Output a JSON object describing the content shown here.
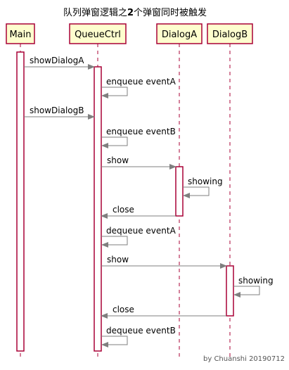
{
  "title": {
    "before": "队列弹窗逻辑之",
    "bold": "2",
    "after": "个弹窗同时被触发"
  },
  "participants": [
    {
      "id": "main",
      "name": "Main"
    },
    {
      "id": "queue",
      "name": "QueueCtrl"
    },
    {
      "id": "dialogA",
      "name": "DialogA"
    },
    {
      "id": "dialogB",
      "name": "DialogB"
    }
  ],
  "messages": [
    {
      "from": "main",
      "to": "queue",
      "label": "showDialogA"
    },
    {
      "from": "queue",
      "to": "queue",
      "label": "enqueue eventA"
    },
    {
      "from": "main",
      "to": "queue",
      "label": "showDialogB"
    },
    {
      "from": "queue",
      "to": "queue",
      "label": "enqueue eventB"
    },
    {
      "from": "queue",
      "to": "dialogA",
      "label": "show"
    },
    {
      "from": "dialogA",
      "to": "dialogA",
      "label": "showing"
    },
    {
      "from": "dialogA",
      "to": "queue",
      "label": "close"
    },
    {
      "from": "queue",
      "to": "queue",
      "label": "dequeue eventA"
    },
    {
      "from": "queue",
      "to": "dialogB",
      "label": "show"
    },
    {
      "from": "dialogB",
      "to": "dialogB",
      "label": "showing"
    },
    {
      "from": "dialogB",
      "to": "queue",
      "label": "close"
    },
    {
      "from": "queue",
      "to": "queue",
      "label": "dequeue eventB"
    }
  ],
  "signature": "by Chuanshi 20190712",
  "colors": {
    "participant_fill": "#fefece",
    "participant_border": "#a80036",
    "lifeline": "#a80036",
    "arrow": "#7f7f7f",
    "activation_fill": "#ffffff"
  }
}
